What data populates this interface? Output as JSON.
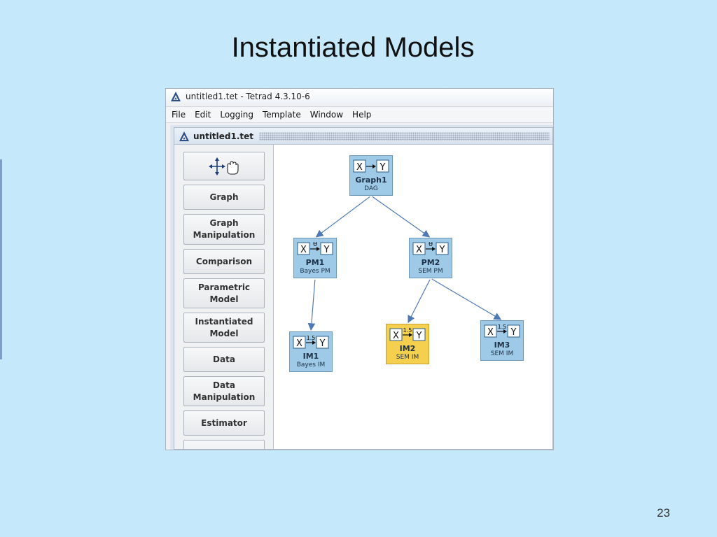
{
  "slide": {
    "title": "Instantiated Models",
    "number": "23"
  },
  "window": {
    "title": "untitled1.tet - Tetrad 4.3.10-6",
    "menu": [
      "File",
      "Edit",
      "Logging",
      "Template",
      "Window",
      "Help"
    ],
    "doc_tab": "untitled1.tet"
  },
  "palette": {
    "items": [
      {
        "label": "",
        "icon": "move-select-icon"
      },
      {
        "label": "Graph"
      },
      {
        "label": "Graph\nManipulation"
      },
      {
        "label": "Comparison"
      },
      {
        "label": "Parametric\nModel"
      },
      {
        "label": "Instantiated\nModel"
      },
      {
        "label": "Data"
      },
      {
        "label": "Data\nManipulation"
      },
      {
        "label": "Estimator"
      },
      {
        "label": ""
      }
    ]
  },
  "glyph_text": {
    "x": "X",
    "y": "Y",
    "theta": "θ",
    "value": "1.5"
  },
  "nodes": [
    {
      "id": "graph1",
      "name": "Graph1",
      "type": "DAG",
      "glyph": "graph",
      "selected": false
    },
    {
      "id": "pm1",
      "name": "PM1",
      "type": "Bayes PM",
      "glyph": "pm",
      "selected": false
    },
    {
      "id": "pm2",
      "name": "PM2",
      "type": "SEM PM",
      "glyph": "pm",
      "selected": false
    },
    {
      "id": "im1",
      "name": "IM1",
      "type": "Bayes IM",
      "glyph": "im",
      "selected": false
    },
    {
      "id": "im2",
      "name": "IM2",
      "type": "SEM IM",
      "glyph": "im",
      "selected": true
    },
    {
      "id": "im3",
      "name": "IM3",
      "type": "SEM IM",
      "glyph": "im",
      "selected": false
    }
  ],
  "edges": [
    {
      "from": "graph1",
      "to": "pm1"
    },
    {
      "from": "graph1",
      "to": "pm2"
    },
    {
      "from": "pm1",
      "to": "im1"
    },
    {
      "from": "pm2",
      "to": "im2"
    },
    {
      "from": "pm2",
      "to": "im3"
    }
  ],
  "colors": {
    "slide_background": "#c5e8fb",
    "node_fill": "#9ecae8",
    "node_selected_fill": "#f5d04f",
    "edge": "#4f79b4"
  }
}
